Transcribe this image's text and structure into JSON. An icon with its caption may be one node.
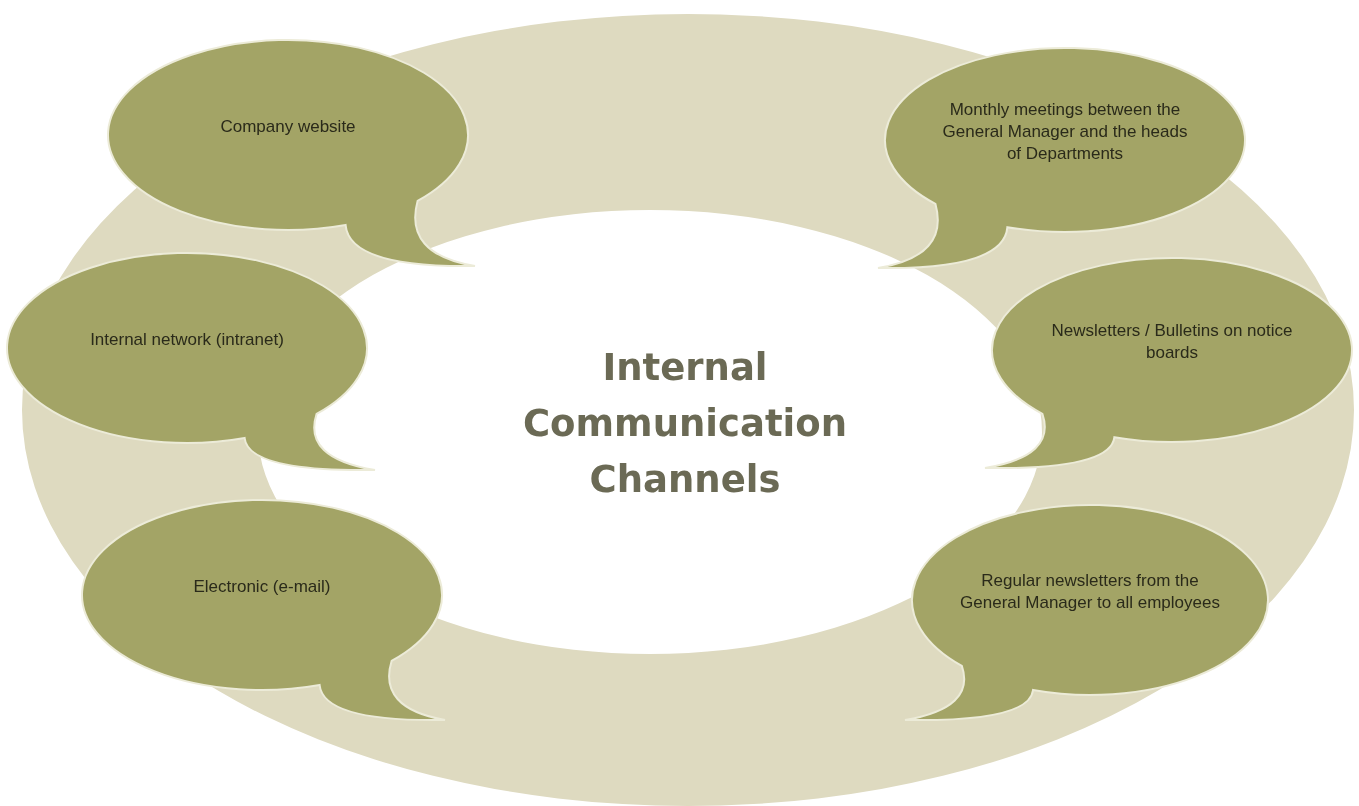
{
  "diagram": {
    "title": "Internal Communication Channels",
    "nodes": [
      {
        "text": [
          "Company website"
        ]
      },
      {
        "text": [
          "Monthly meetings between the General Manager and the heads of Departments"
        ]
      },
      {
        "text": [
          "Internal network (intranet)"
        ]
      },
      {
        "text": [
          "Newsletters / Bulletins on notice boards"
        ]
      },
      {
        "text": [
          "Electronic (e-mail)"
        ]
      },
      {
        "text": [
          "Regular newsletters from the General Manager to all employees"
        ]
      }
    ]
  }
}
